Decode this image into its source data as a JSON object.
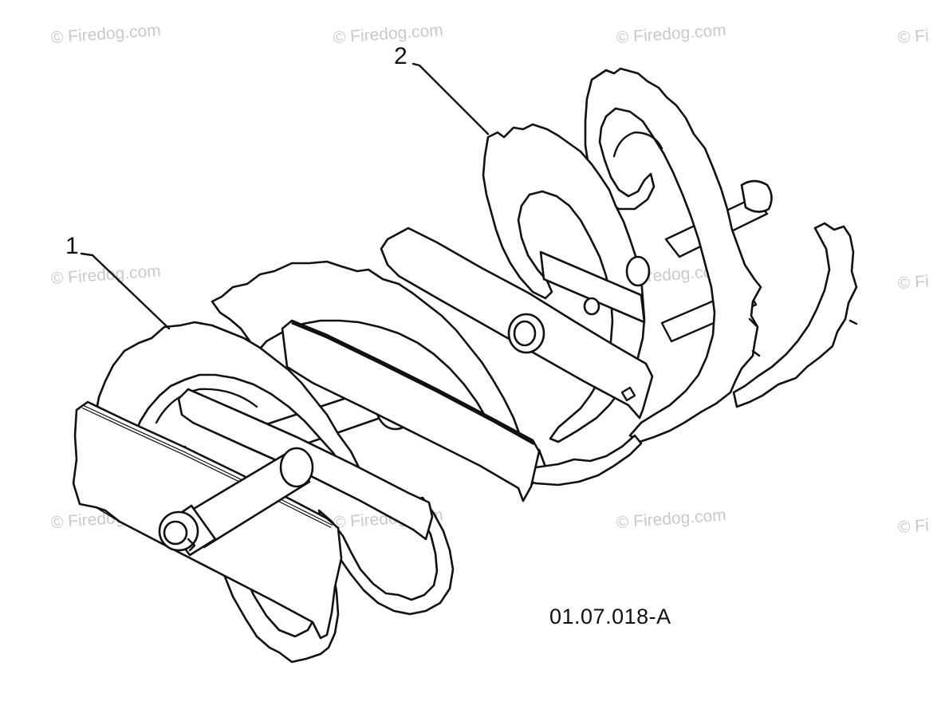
{
  "watermark": {
    "text": "© Firedog.com",
    "text_cropped": "© Fi"
  },
  "callouts": [
    {
      "number": "1",
      "target": "auger-left"
    },
    {
      "number": "2",
      "target": "auger-right"
    }
  ],
  "figure_code": "01.07.018-A",
  "colors": {
    "line": "#111111",
    "watermark": "#c9c9c9",
    "background": "#ffffff"
  }
}
